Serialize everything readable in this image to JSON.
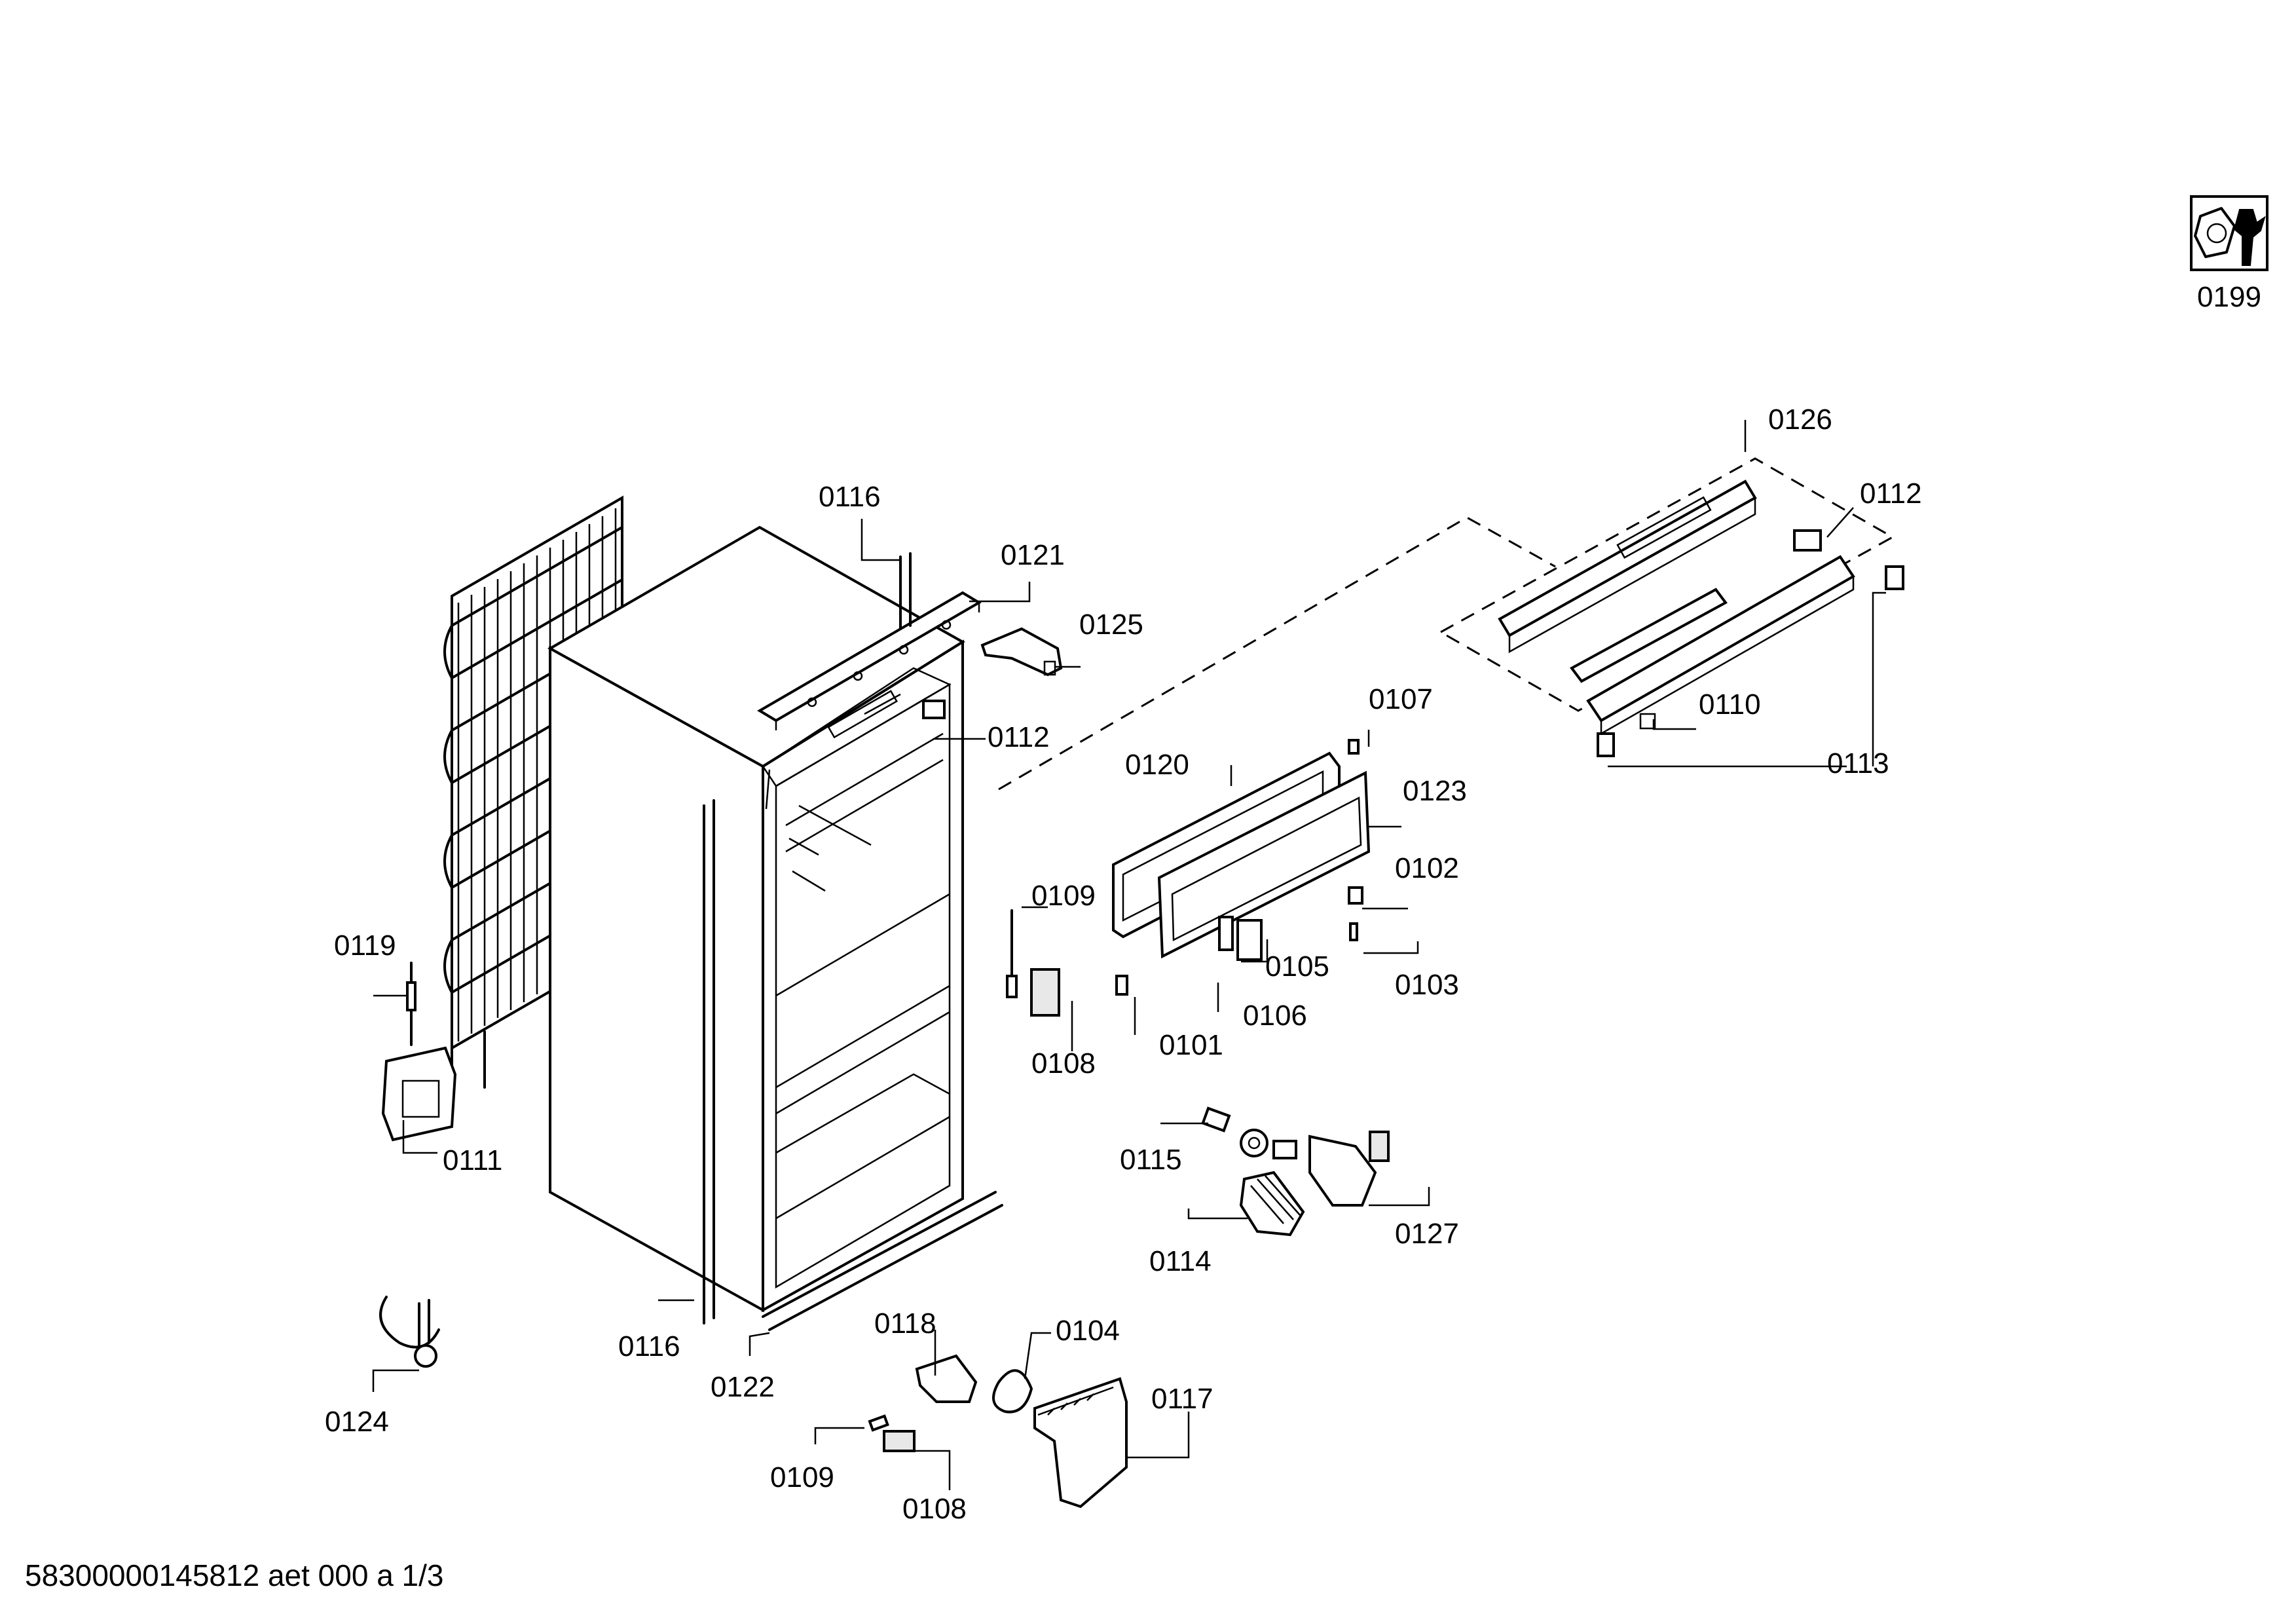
{
  "service_icon": {
    "icon": "wrench-nut-icon",
    "label": "0199"
  },
  "footer": {
    "document_id": "58300000145812 aet 000 a 1/3"
  },
  "callouts": [
    {
      "id": "c0116a",
      "label": "0116"
    },
    {
      "id": "c0121",
      "label": "0121"
    },
    {
      "id": "c0125",
      "label": "0125"
    },
    {
      "id": "c0112a",
      "label": "0112"
    },
    {
      "id": "c0126",
      "label": "0126"
    },
    {
      "id": "c0112b",
      "label": "0112"
    },
    {
      "id": "c0110",
      "label": "0110"
    },
    {
      "id": "c0113",
      "label": "0113"
    },
    {
      "id": "c0107",
      "label": "0107"
    },
    {
      "id": "c0120",
      "label": "0120"
    },
    {
      "id": "c0123",
      "label": "0123"
    },
    {
      "id": "c0102",
      "label": "0102"
    },
    {
      "id": "c0109a",
      "label": "0109"
    },
    {
      "id": "c0105",
      "label": "0105"
    },
    {
      "id": "c0103",
      "label": "0103"
    },
    {
      "id": "c0106",
      "label": "0106"
    },
    {
      "id": "c0108a",
      "label": "0108"
    },
    {
      "id": "c0101",
      "label": "0101"
    },
    {
      "id": "c0119",
      "label": "0119"
    },
    {
      "id": "c0111",
      "label": "0111"
    },
    {
      "id": "c0115",
      "label": "0115"
    },
    {
      "id": "c0127",
      "label": "0127"
    },
    {
      "id": "c0114",
      "label": "0114"
    },
    {
      "id": "c0116b",
      "label": "0116"
    },
    {
      "id": "c0122",
      "label": "0122"
    },
    {
      "id": "c0118",
      "label": "0118"
    },
    {
      "id": "c0104",
      "label": "0104"
    },
    {
      "id": "c0117",
      "label": "0117"
    },
    {
      "id": "c0124",
      "label": "0124"
    },
    {
      "id": "c0109b",
      "label": "0109"
    },
    {
      "id": "c0108b",
      "label": "0108"
    }
  ]
}
